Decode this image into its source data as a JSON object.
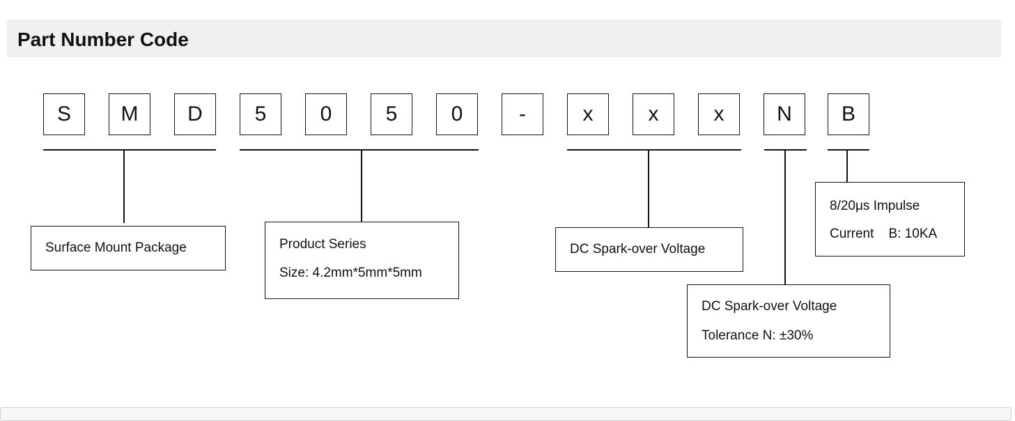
{
  "header": {
    "title": "Part Number Code"
  },
  "code_chars": [
    "S",
    "M",
    "D",
    "5",
    "0",
    "5",
    "0",
    "-",
    "x",
    "x",
    "x",
    "N",
    "B"
  ],
  "descriptions": {
    "package": {
      "line1": "Surface Mount Package"
    },
    "series": {
      "line1": "Product Series",
      "line2": "Size: 4.2mm*5mm*5mm"
    },
    "voltage": {
      "line1": "DC Spark-over Voltage"
    },
    "impulse": {
      "line1": "8/20μs Impulse",
      "line2": "Current    B: 10KA"
    },
    "tolerance": {
      "line1": "DC Spark-over Voltage",
      "line2": "Tolerance    N: ±30%"
    }
  }
}
